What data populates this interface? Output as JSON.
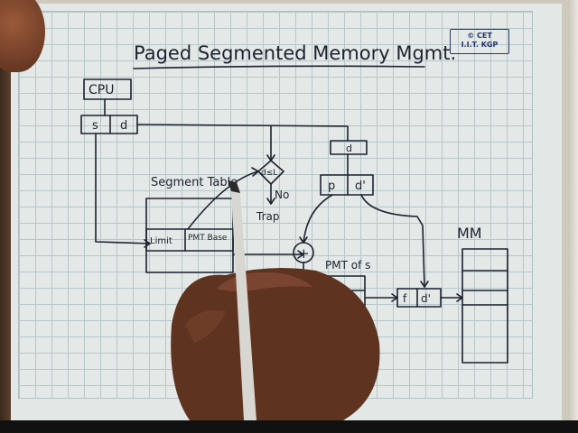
{
  "title": "Paged Segmented Memory Mgmt.",
  "stamp": {
    "line1": "© CET",
    "line2": "I.I.T. KGP"
  },
  "boxes": {
    "cpu": "CPU",
    "seg_s": "s",
    "seg_d": "d",
    "d_box": "d",
    "p": "p",
    "d_prime": "d'",
    "limit": "Limit",
    "pmt_base": "PMT Base",
    "f": "f",
    "f_d_prime": "d'"
  },
  "labels": {
    "segment_table": "Segment Table",
    "compare": "d≤L",
    "no": "No",
    "trap": "Trap",
    "adder": "+",
    "pmt_of_s": "PMT of s",
    "mm": "MM"
  }
}
